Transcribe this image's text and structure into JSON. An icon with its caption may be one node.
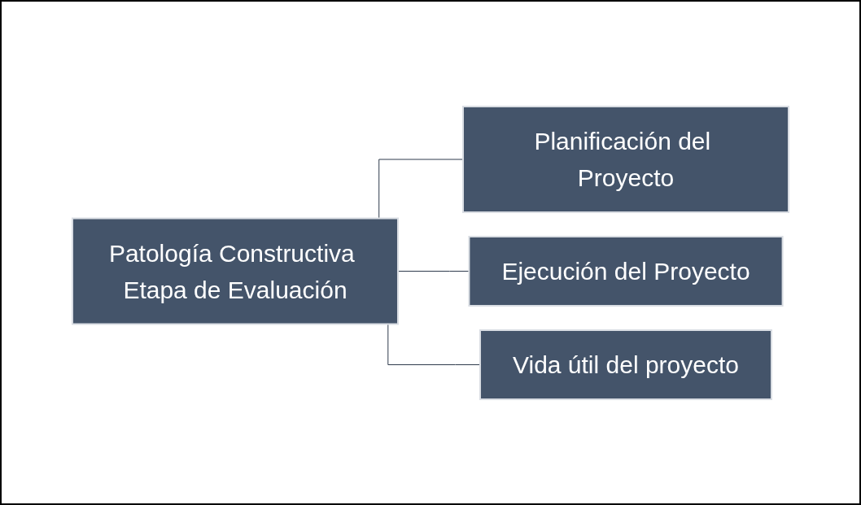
{
  "diagram": {
    "nodes": [
      {
        "text": [
          "Patología Constructiva Etapa de Evaluación"
        ]
      },
      {
        "text": [
          "Planificación del Proyecto"
        ]
      },
      {
        "text": [
          "Ejecución del Proyecto"
        ]
      },
      {
        "text": [
          "Vida útil del proyecto"
        ]
      }
    ],
    "edges": [
      {
        "from": 0,
        "to": 1,
        "arrow": "none"
      },
      {
        "from": 0,
        "to": 2,
        "arrow": "none"
      },
      {
        "from": 0,
        "to": 3,
        "arrow": "none"
      }
    ]
  }
}
